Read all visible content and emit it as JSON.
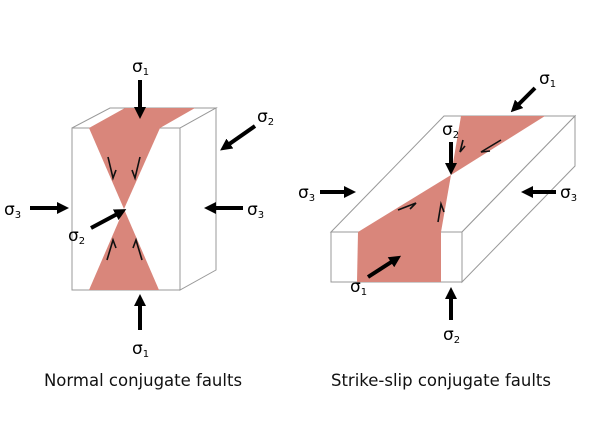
{
  "left_diagram": {
    "caption": "Normal conjugate faults",
    "labels": {
      "s1_top": "σ",
      "s1_top_sub": "1",
      "s2_right": "σ",
      "s2_right_sub": "2",
      "s3_left": "σ",
      "s3_left_sub": "3",
      "s3_right": "σ",
      "s3_right_sub": "3",
      "s2_inner": "σ",
      "s2_inner_sub": "2",
      "s1_bottom": "σ",
      "s1_bottom_sub": "1"
    }
  },
  "right_diagram": {
    "caption": "Strike-slip conjugate faults",
    "labels": {
      "s1_top": "σ",
      "s1_top_sub": "1",
      "s2_top": "σ",
      "s2_top_sub": "2",
      "s3_left": "σ",
      "s3_left_sub": "3",
      "s3_right": "σ",
      "s3_right_sub": "3",
      "s1_bottom": "σ",
      "s1_bottom_sub": "1",
      "s2_bottom": "σ",
      "s2_bottom_sub": "2"
    }
  },
  "colors": {
    "fault": "#d9867b"
  }
}
